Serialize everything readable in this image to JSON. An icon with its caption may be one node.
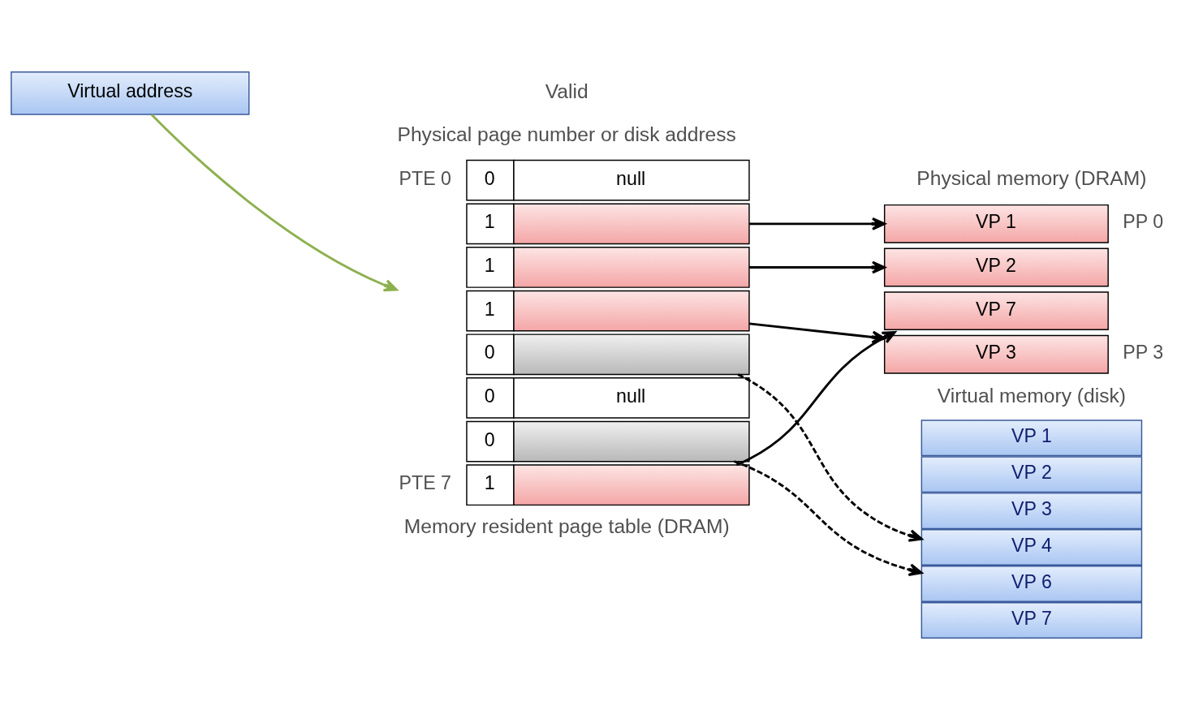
{
  "diagram": {
    "nodes": [
      {
        "text": [
          "Virtual address"
        ]
      },
      {
        "text": [
          "0",
          "null"
        ],
        "beside": [
          "PTE 0"
        ]
      },
      {
        "text": [
          "1"
        ]
      },
      {
        "text": [
          "1"
        ]
      },
      {
        "text": [
          "1"
        ]
      },
      {
        "text": [
          "0"
        ]
      },
      {
        "text": [
          "0",
          "null"
        ]
      },
      {
        "text": [
          "0"
        ]
      },
      {
        "text": [
          "1"
        ],
        "beside": [
          "PTE 7"
        ]
      },
      {
        "text": [
          "VP 1"
        ],
        "beside": [
          "PP 0"
        ]
      },
      {
        "text": [
          "VP 2"
        ]
      },
      {
        "text": [
          "VP 7"
        ]
      },
      {
        "text": [
          "VP 3"
        ],
        "beside": [
          "PP 3"
        ]
      },
      {
        "text": [
          "VP 1"
        ]
      },
      {
        "text": [
          "VP 2"
        ]
      },
      {
        "text": [
          "VP 3"
        ]
      },
      {
        "text": [
          "VP 4"
        ]
      },
      {
        "text": [
          "VP 6"
        ]
      },
      {
        "text": [
          "VP 7"
        ]
      }
    ],
    "edges": [
      {
        "from": 0,
        "to": 4,
        "arrow": "to",
        "color": "#8db04f"
      },
      {
        "from": 2,
        "to": 9,
        "arrow": "to"
      },
      {
        "from": 3,
        "to": 10,
        "arrow": "to"
      },
      {
        "from": 4,
        "to": 12,
        "arrow": "to"
      },
      {
        "from": 5,
        "to": 16,
        "arrow": "to",
        "style": "dashed"
      },
      {
        "from": 7,
        "to": 17,
        "arrow": "to",
        "style": "dashed"
      },
      {
        "from": 8,
        "to": 11,
        "arrow": "to"
      }
    ],
    "labels": [
      "Physical memory (DRAM)",
      "Valid",
      "Physical page number or disk address",
      "Memory resident page table (DRAM)",
      "Virtual memory (disk)"
    ]
  }
}
